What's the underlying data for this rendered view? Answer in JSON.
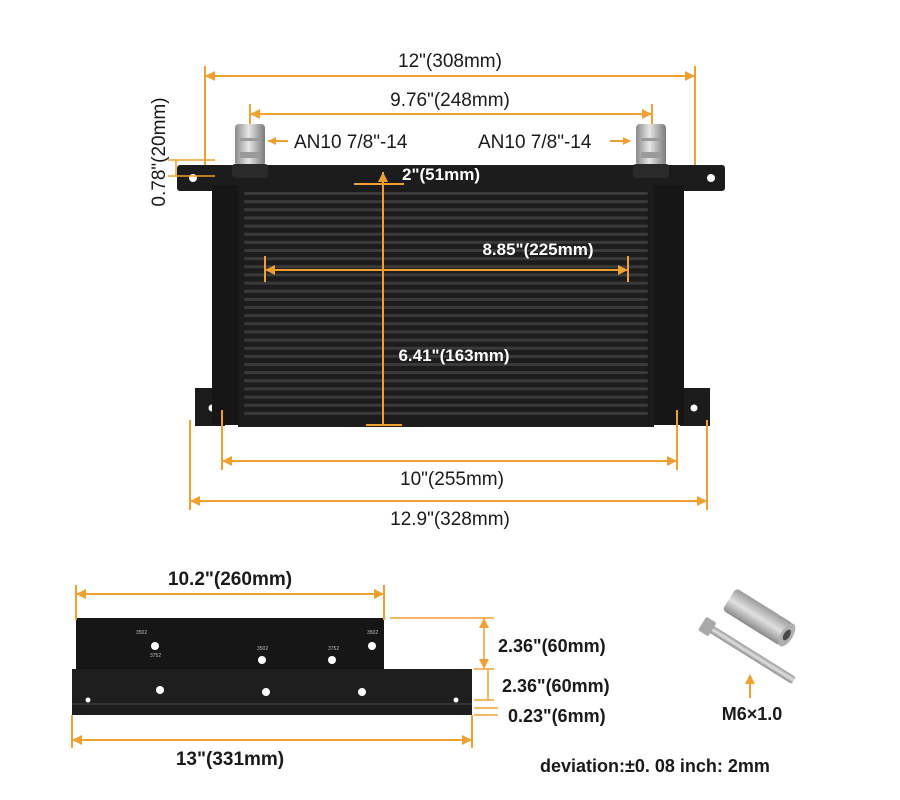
{
  "colors": {
    "dimension": "#f0a030",
    "body": "#1c1c1c",
    "fin": "#3a3a3a",
    "fitting": "#c8c8c8",
    "text": "#1a1a1a"
  },
  "cooler": {
    "overall_width": "12\"(308mm)",
    "port_spacing": "9.76\"(248mm)",
    "port_left": "AN10 7/8\"-14",
    "port_right": "AN10 7/8\"-14",
    "flange_thickness": "0.78\"(20mm)",
    "end_tank": "2\"(51mm)",
    "core_width": "8.85\"(225mm)",
    "core_height": "6.41\"(163mm)",
    "mount_spacing": "10\"(255mm)",
    "total_width": "12.9\"(328mm)"
  },
  "bracket": {
    "top_length": "10.2\"(260mm)",
    "upper_height": "2.36\"(60mm)",
    "lower_height": "2.36\"(60mm)",
    "thickness": "0.23\"(6mm)",
    "bottom_length": "13\"(331mm)",
    "stamps": [
      "3502",
      "3752",
      "3502",
      "3752",
      "3502"
    ]
  },
  "hardware": {
    "label": "M6×1.0"
  },
  "deviation": "deviation:±0. 08 inch: 2mm"
}
